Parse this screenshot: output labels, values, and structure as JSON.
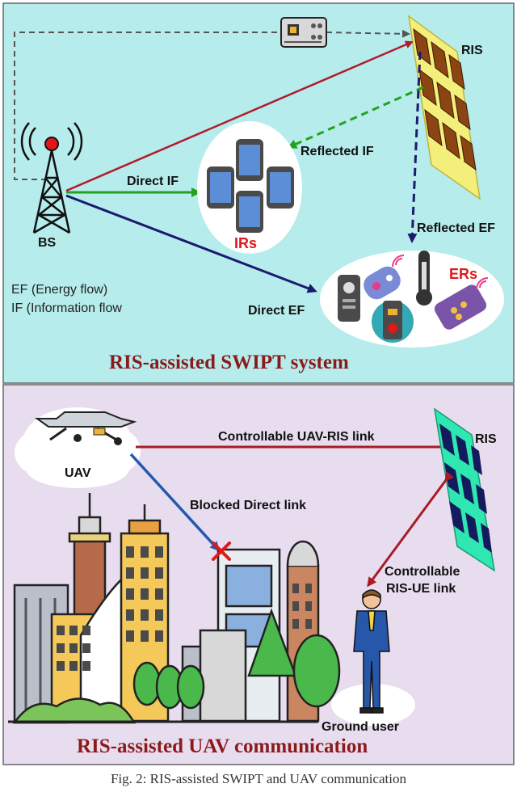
{
  "top_panel": {
    "title": "RIS-assisted SWIPT system",
    "labels": {
      "ris": "RIS",
      "bs": "BS",
      "irs": "IRs",
      "ers": "ERs",
      "direct_if": "Direct IF",
      "reflected_if": "Reflected IF",
      "direct_ef": "Direct EF",
      "reflected_ef": "Reflected EF"
    },
    "legend": [
      "EF (Energy flow)",
      "IF (Information flow"
    ],
    "colors": {
      "background": "#b6ecec",
      "if_link": "#22a31e",
      "ef_link": "#1c1a6e",
      "ris_link": "#b01c2a",
      "control_link": "#555555"
    }
  },
  "bottom_panel": {
    "title": "RIS-assisted UAV communication",
    "labels": {
      "uav": "UAV",
      "ris": "RIS",
      "uav_ris_link": "Controllable UAV-RIS link",
      "blocked_link": "Blocked Direct link",
      "ris_ue_link_1": "Controllable",
      "ris_ue_link_2": "RIS-UE link",
      "ground_user": "Ground user"
    },
    "colors": {
      "background": "#e8dcef",
      "blocked_link": "#2358b0",
      "ris_link": "#a81c26",
      "ris_panel": "#2fe7b0"
    }
  },
  "caption": "Fig. 2: RIS-assisted SWIPT and UAV communication"
}
